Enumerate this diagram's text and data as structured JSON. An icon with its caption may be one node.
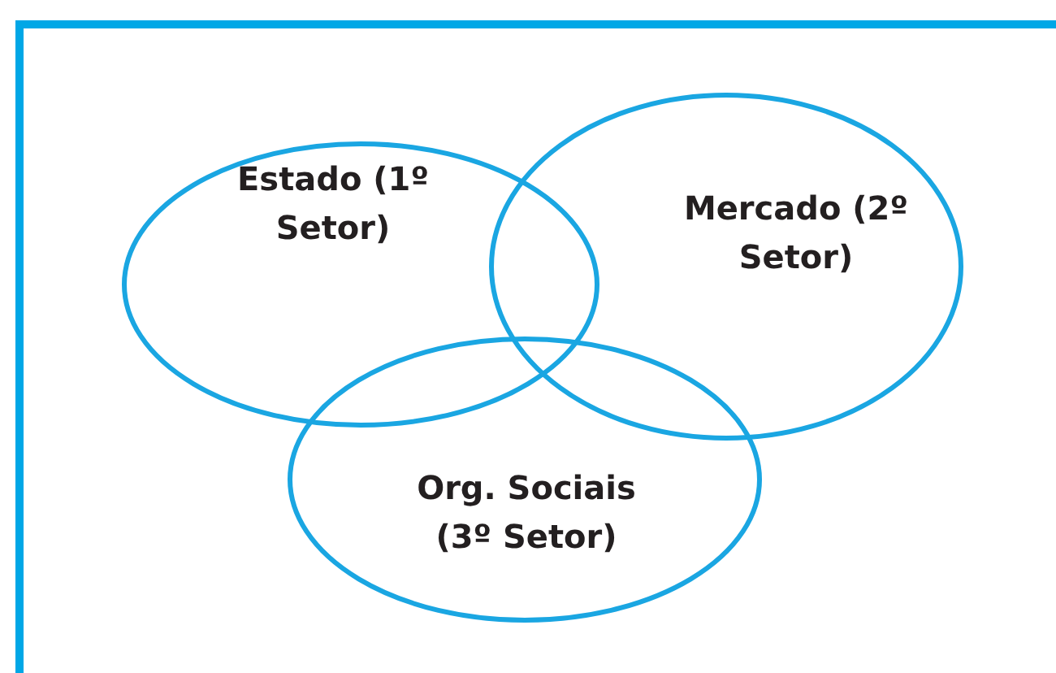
{
  "diagram": {
    "nodes": [
      {
        "text": [
          "Estado (1º Setor)"
        ]
      },
      {
        "text": [
          "Mercado (2º Setor)"
        ]
      },
      {
        "text": [
          "Org. Sociais (3º Setor)"
        ]
      }
    ]
  }
}
